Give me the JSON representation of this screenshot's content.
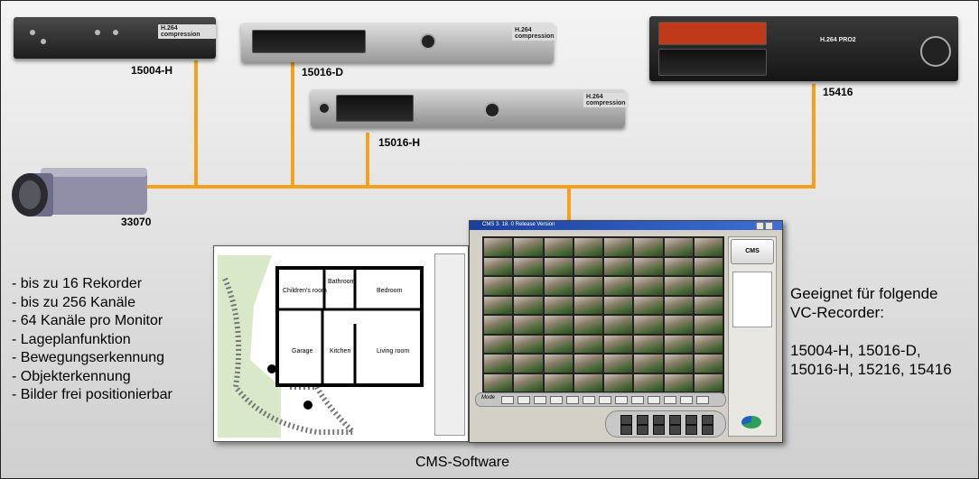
{
  "devices": {
    "recorder_15004h": "15004-H",
    "recorder_15016d": "15016-D",
    "recorder_15016h": "15016-H",
    "recorder_15416": "15416",
    "camera_33070": "33070"
  },
  "device_badges": {
    "h264_compression": "H.264 compression",
    "h264_pro2": "H.264 PRO2"
  },
  "features": [
    "- bis zu 16 Rekorder",
    "- bis zu 256 Kanäle",
    "- 64 Kanäle pro Monitor",
    "- Lageplanfunktion",
    "- Bewegungserkennung",
    "- Objekterkennung",
    "- Bilder frei positionierbar"
  ],
  "suitability": {
    "heading_line1": "Geeignet für folgende",
    "heading_line2": "VC-Recorder:",
    "models_line1": "15004-H, 15016-D,",
    "models_line2": "15016-H, 15216, 15416"
  },
  "caption": "CMS-Software",
  "floorplan": {
    "rooms": [
      "Children's room",
      "Bathroom",
      "Bedroom",
      "Garage",
      "Kitchen",
      "Living room"
    ]
  },
  "cms_window": {
    "title": "CMS 3. 18. 0 Release Version",
    "logo": "CMS",
    "mode_label": "Mode"
  },
  "colors": {
    "cable": "#f5a11c",
    "window_title": "#1a3f9c"
  }
}
